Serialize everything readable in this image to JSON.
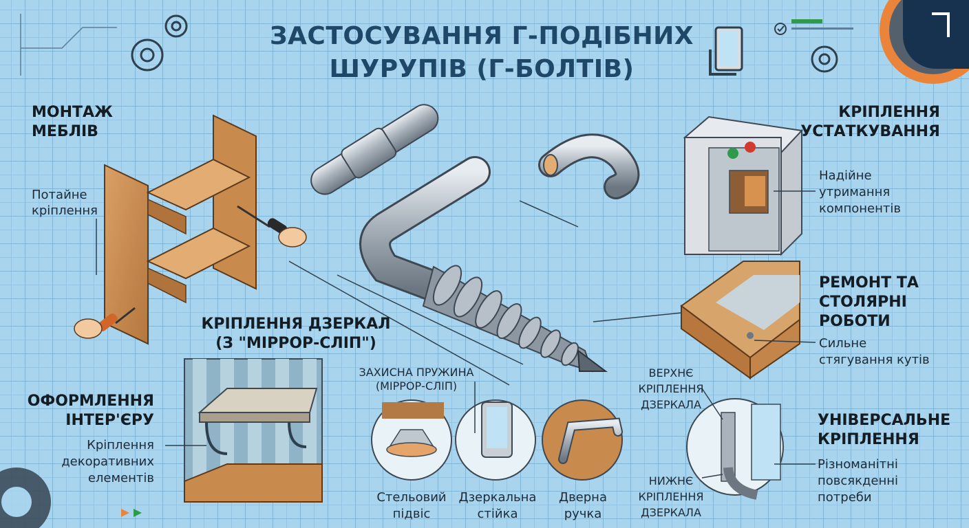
{
  "title": {
    "line1": "ЗАСТОСУВАННЯ Г-ПОДІБНИХ",
    "line2": "ШУРУПІВ (Г-БОЛТІВ)"
  },
  "sections": {
    "furniture": {
      "heading1": "МОНТАЖ",
      "heading2": "МЕБЛІВ",
      "label1": "Потайне",
      "label2": "кріплення"
    },
    "equipment": {
      "heading1": "КРІПЛЕННЯ",
      "heading2": "УСТАТКУВАННЯ",
      "label1": "Надійне",
      "label2": "утримання",
      "label3": "компонентів"
    },
    "mirrors": {
      "heading1": "КРІПЛЕННЯ ДЗЕРКАЛ",
      "heading2": "(З \"МІРРОР-СЛІП\")",
      "spring1": "ЗАХИСНА ПРУЖИНА",
      "spring2": "(МІРРОР-СЛІП)",
      "upper1": "ВЕРХНЄ",
      "upper2": "КРІПЛЕННЯ",
      "upper3": "ДЗЕРКАЛА",
      "lower1": "НИЖНЄ",
      "lower2": "КРІПЛЕННЯ",
      "lower3": "ДЗЕРКАЛА"
    },
    "carpentry": {
      "heading1": "РЕМОНТ ТА",
      "heading2": "СТОЛЯРНІ",
      "heading3": "РОБОТИ",
      "label1": "Сильне",
      "label2": "стягування кутів"
    },
    "interior": {
      "heading1": "ОФОРМЛЕННЯ",
      "heading2": "ІНТЕР'ЄРУ",
      "label1": "Кріплення",
      "label2": "декоративних",
      "label3": "елементів"
    },
    "universal": {
      "heading1": "УНІВЕРСАЛЬНЕ",
      "heading2": "КРІПЛЕННЯ",
      "label1": "Різноманітні",
      "label2": "повсякденні",
      "label3": "потреби"
    }
  },
  "examples": {
    "ceiling1": "Стельовий",
    "ceiling2": "підвіс",
    "mirror_stand1": "Дзеркальна",
    "mirror_stand2": "стійка",
    "door1": "Дверна",
    "door2": "ручка"
  },
  "colors": {
    "background": "#a8d4ee",
    "title": "#1f4767",
    "wood": "#c98a4e",
    "metal": "#9aa3ad",
    "logo": "#16324f"
  },
  "icons": [
    "gear-icon",
    "logo-mark",
    "screwdriver-icon",
    "play-arrow-icon"
  ]
}
